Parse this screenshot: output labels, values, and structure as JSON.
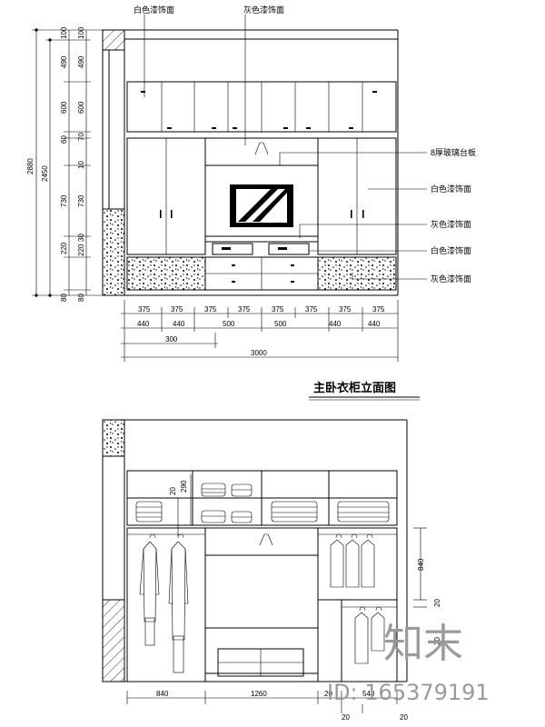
{
  "elevation_top": {
    "callouts": [
      "白色漆饰面",
      "灰色漆饰面",
      "8厚玻璃台板",
      "白色漆饰面",
      "灰色漆饰面",
      "白色漆饰面",
      "灰色漆饰面"
    ],
    "left_dims_inner": [
      "100",
      "490",
      "600",
      "60",
      "730",
      "220",
      "80"
    ],
    "left_dims_outer_inner": [
      "100",
      "490",
      "600",
      "70",
      "10",
      "730",
      "30",
      "220",
      "80"
    ],
    "left_overall": [
      "2880",
      "2450"
    ],
    "bottom_row1": [
      "375",
      "375",
      "375",
      "375",
      "375",
      "375",
      "375",
      "375"
    ],
    "bottom_row2": [
      "440",
      "440",
      "500",
      "500",
      "440",
      "440"
    ],
    "bottom_row3": [
      "300"
    ],
    "bottom_total": "3000"
  },
  "title": "主卧衣柜立面图",
  "elevation_bottom": {
    "left_dims": [
      "20",
      "290"
    ],
    "right_dims": [
      "840",
      "20",
      "20"
    ],
    "bottom_row": [
      "840",
      "1260",
      "20",
      "540"
    ],
    "bottom_small": [
      "20",
      "20"
    ]
  },
  "watermark": {
    "logo_text": "知末",
    "id_text": "ID: 165379191"
  }
}
